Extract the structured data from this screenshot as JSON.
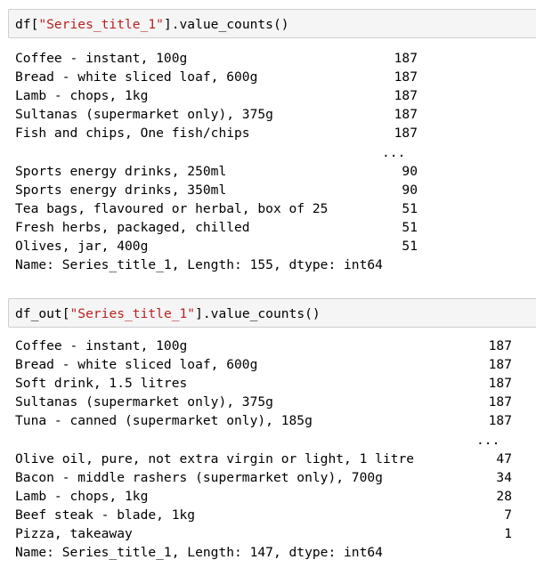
{
  "cell1": {
    "code_prefix": "df[",
    "code_string": "\"Series_title_1\"",
    "code_suffix": "].value_counts()",
    "rows": [
      {
        "label": "Coffee - instant, 100g",
        "count": "187"
      },
      {
        "label": "Bread - white sliced loaf, 600g",
        "count": "187"
      },
      {
        "label": "Lamb - chops, 1kg",
        "count": "187"
      },
      {
        "label": "Sultanas (supermarket only), 375g",
        "count": "187"
      },
      {
        "label": "Fish and chips, One fish/chips",
        "count": "187"
      },
      {
        "label": "Sports energy drinks, 250ml",
        "count": "90"
      },
      {
        "label": "Sports energy drinks, 350ml",
        "count": "90"
      },
      {
        "label": "Tea bags, flavoured or herbal, box of 25",
        "count": "51"
      },
      {
        "label": "Fresh herbs, packaged, chilled",
        "count": "51"
      },
      {
        "label": "Olives, jar, 400g",
        "count": "51"
      }
    ],
    "ellipsis": "...",
    "footer": "Name: Series_title_1, Length: 155, dtype: int64"
  },
  "cell2": {
    "code_prefix": "df_out[",
    "code_string": "\"Series_title_1\"",
    "code_suffix": "].value_counts()",
    "rows": [
      {
        "label": "Coffee - instant, 100g",
        "count": "187"
      },
      {
        "label": "Bread - white sliced loaf, 600g",
        "count": "187"
      },
      {
        "label": "Soft drink, 1.5 litres",
        "count": "187"
      },
      {
        "label": "Sultanas (supermarket only), 375g",
        "count": "187"
      },
      {
        "label": "Tuna - canned (supermarket only), 185g",
        "count": "187"
      },
      {
        "label": "Olive oil, pure, not extra virgin or light, 1 litre",
        "count": "47"
      },
      {
        "label": "Bacon - middle rashers (supermarket only), 700g",
        "count": "34"
      },
      {
        "label": "Lamb - chops, 1kg",
        "count": "28"
      },
      {
        "label": "Beef steak - blade, 1kg",
        "count": "7"
      },
      {
        "label": "Pizza, takeaway",
        "count": "1"
      }
    ],
    "ellipsis": "...",
    "footer": "Name: Series_title_1, Length: 147, dtype: int64"
  }
}
